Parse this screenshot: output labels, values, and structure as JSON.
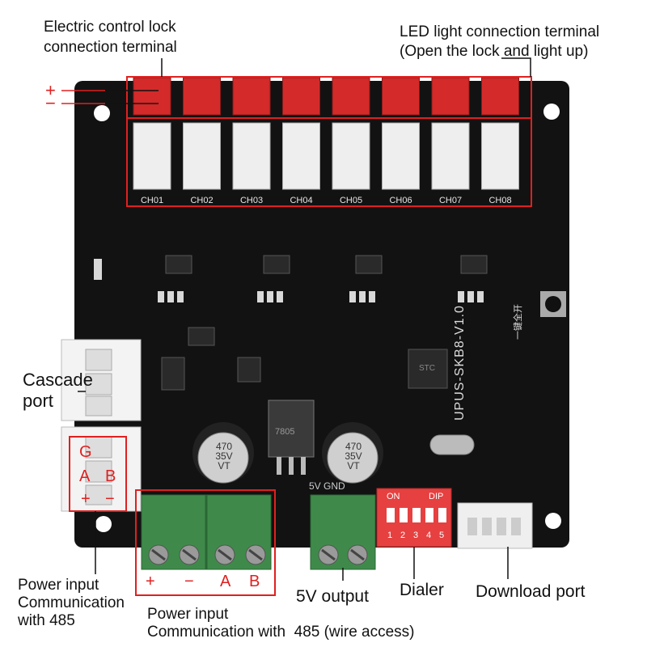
{
  "labels": {
    "lock_terminal": [
      "Electric control lock",
      "connection terminal"
    ],
    "led_terminal": [
      "LED light connection terminal",
      "(Open the lock and light up)"
    ],
    "cascade_port": [
      "Cascade",
      "port"
    ],
    "power_input_left": [
      "Power input",
      "Communication",
      "with 485"
    ],
    "power_input_bottom": [
      "Power input",
      "Communication with  485 (wire access)"
    ],
    "output_5v": "5V output",
    "dialer": "Dialer",
    "download_port": "Download port",
    "plus_sign": "+",
    "minus_sign": "−"
  },
  "board": {
    "channels": [
      "CH01",
      "CH02",
      "CH03",
      "CH04",
      "CH05",
      "CH06",
      "CH07",
      "CH08"
    ],
    "model": "UPUS-SKB8-V1.0",
    "port_labels": {
      "g": "G",
      "a": "A",
      "b": "B",
      "plus": "+",
      "minus": "−"
    },
    "terminal_marks": [
      "+",
      "−",
      "A",
      "B"
    ],
    "capacitor_text": [
      "470",
      "35V",
      "VT"
    ],
    "dip_text": {
      "on": "ON",
      "dip": "DIP",
      "numbers": [
        "1",
        "2",
        "3",
        "4",
        "5"
      ]
    },
    "regulator_text": "7805",
    "mcu_text": "STC",
    "silkscreen_5v": "5V GND",
    "button_text": "一键全开"
  },
  "colors": {
    "pcb": "#121212",
    "connector_red": "#d42a2a",
    "connector_white": "#eeeeee",
    "terminal_green": "#3f8a4a",
    "annotation_red": "#e02020",
    "dip_red": "#e64040"
  }
}
